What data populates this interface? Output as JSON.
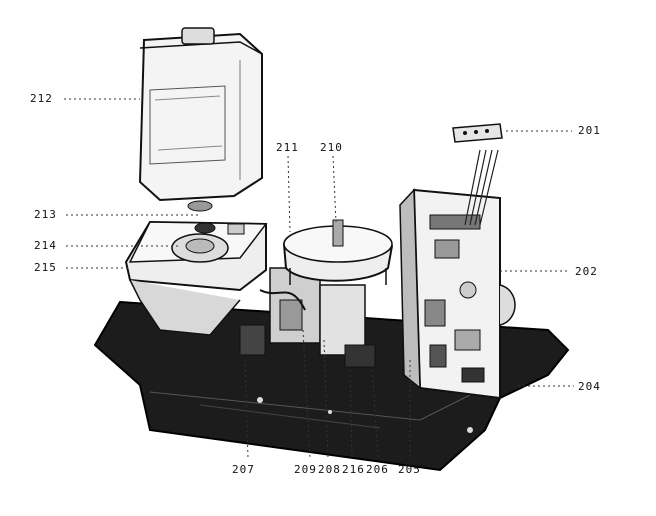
{
  "callouts": [
    {
      "id": "201",
      "label": "201"
    },
    {
      "id": "202",
      "label": "202"
    },
    {
      "id": "204",
      "label": "204"
    },
    {
      "id": "205",
      "label": "205"
    },
    {
      "id": "206",
      "label": "206"
    },
    {
      "id": "207",
      "label": "207"
    },
    {
      "id": "208",
      "label": "208"
    },
    {
      "id": "209",
      "label": "209"
    },
    {
      "id": "210",
      "label": "210"
    },
    {
      "id": "211",
      "label": "211"
    },
    {
      "id": "212",
      "label": "212"
    },
    {
      "id": "213",
      "label": "213"
    },
    {
      "id": "214",
      "label": "214"
    },
    {
      "id": "215",
      "label": "215"
    },
    {
      "id": "216",
      "label": "216"
    }
  ]
}
